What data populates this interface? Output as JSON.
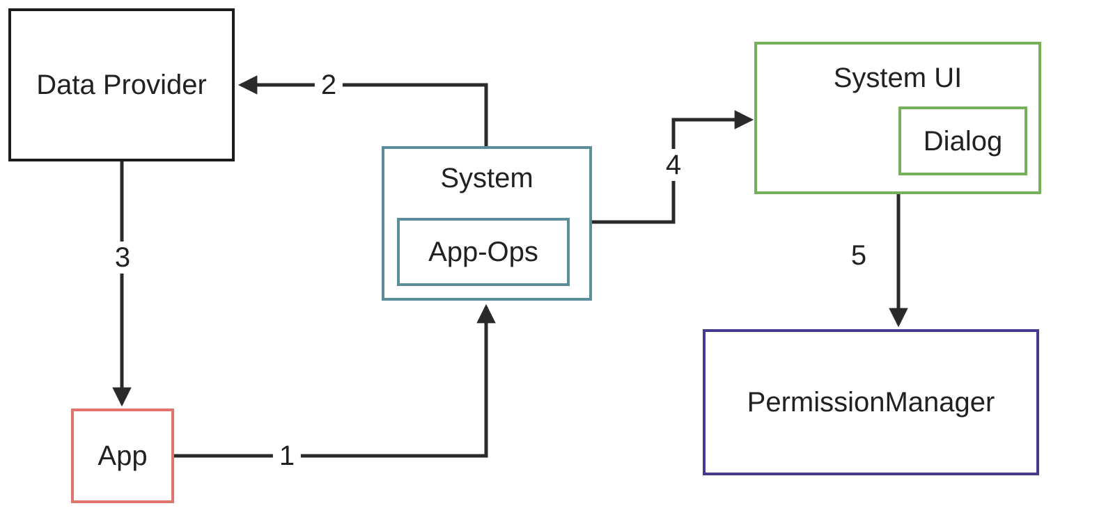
{
  "diagram": {
    "type": "flow-diagram",
    "background_color": "#ffffff",
    "line_color": "#2a2a2a",
    "nodes": {
      "data_provider": {
        "label": "Data Provider",
        "border_color": "#1c1c1c"
      },
      "app": {
        "label": "App",
        "border_color": "#e2736d"
      },
      "system": {
        "label": "System",
        "border_color": "#5b8d9b"
      },
      "app_ops": {
        "label": "App-Ops",
        "border_color": "#5b8d9b",
        "parent": "system"
      },
      "system_ui": {
        "label": "System UI",
        "border_color": "#77b05a"
      },
      "dialog": {
        "label": "Dialog",
        "border_color": "#77b05a",
        "parent": "system_ui"
      },
      "permission_manager": {
        "label": "PermissionManager",
        "border_color": "#443b90"
      }
    },
    "edges": [
      {
        "label": "1",
        "from": "app",
        "to": "system"
      },
      {
        "label": "2",
        "from": "system",
        "to": "data_provider"
      },
      {
        "label": "3",
        "from": "data_provider",
        "to": "app"
      },
      {
        "label": "4",
        "from": "system",
        "to": "system_ui"
      },
      {
        "label": "5",
        "from": "system_ui",
        "to": "permission_manager"
      }
    ]
  }
}
